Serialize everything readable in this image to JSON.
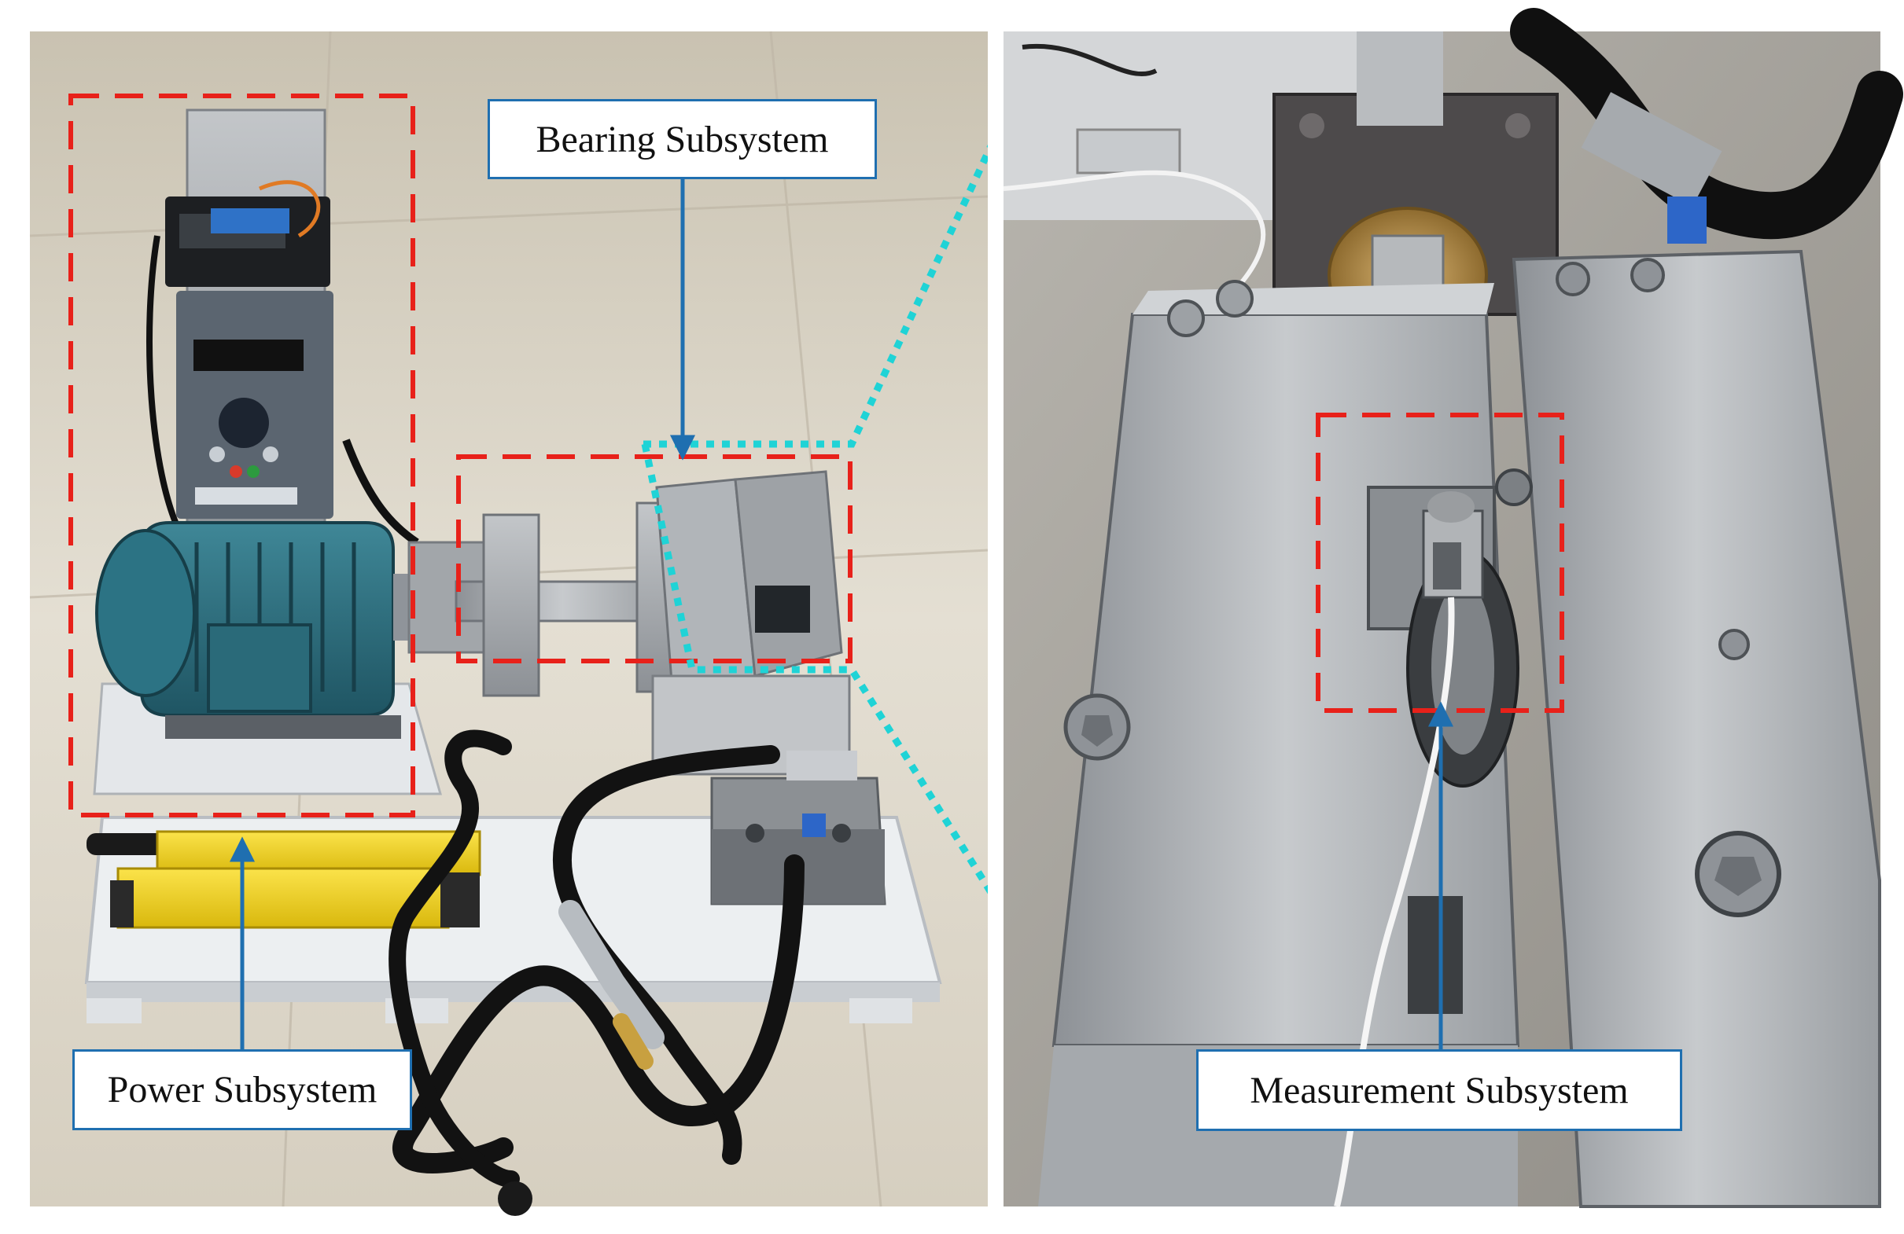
{
  "figure": {
    "labels": {
      "bearing": "Bearing Subsystem",
      "power": "Power Subsystem",
      "measurement": "Measurement Subsystem"
    },
    "colors": {
      "highlight_box": "#e8211a",
      "zoom_connector": "#1fd3d6",
      "callout_arrow": "#1f6fb0",
      "floor": "#d9d3c6",
      "aluminum": "#a9adb1",
      "motor": "#2d6f80",
      "hydraulic_pump": "#f2d21b",
      "hose": "#111111"
    },
    "icons": [
      "motor-icon",
      "frequency-inverter-icon",
      "hydraulic-pump-icon",
      "hose-icon",
      "accelerometer-icon"
    ]
  }
}
